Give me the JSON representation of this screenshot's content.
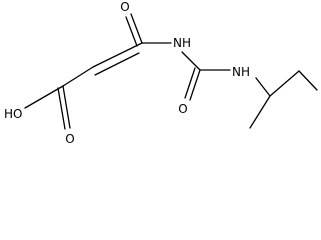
{
  "molecule": {
    "atoms": {
      "hydroxyl": "HO",
      "acid_carbonyl_oxygen": "O",
      "amide_carbonyl_oxygen": "O",
      "imide_nitrogen": "NH",
      "urea_carbonyl_oxygen": "O",
      "amine_nitrogen": "NH"
    }
  }
}
